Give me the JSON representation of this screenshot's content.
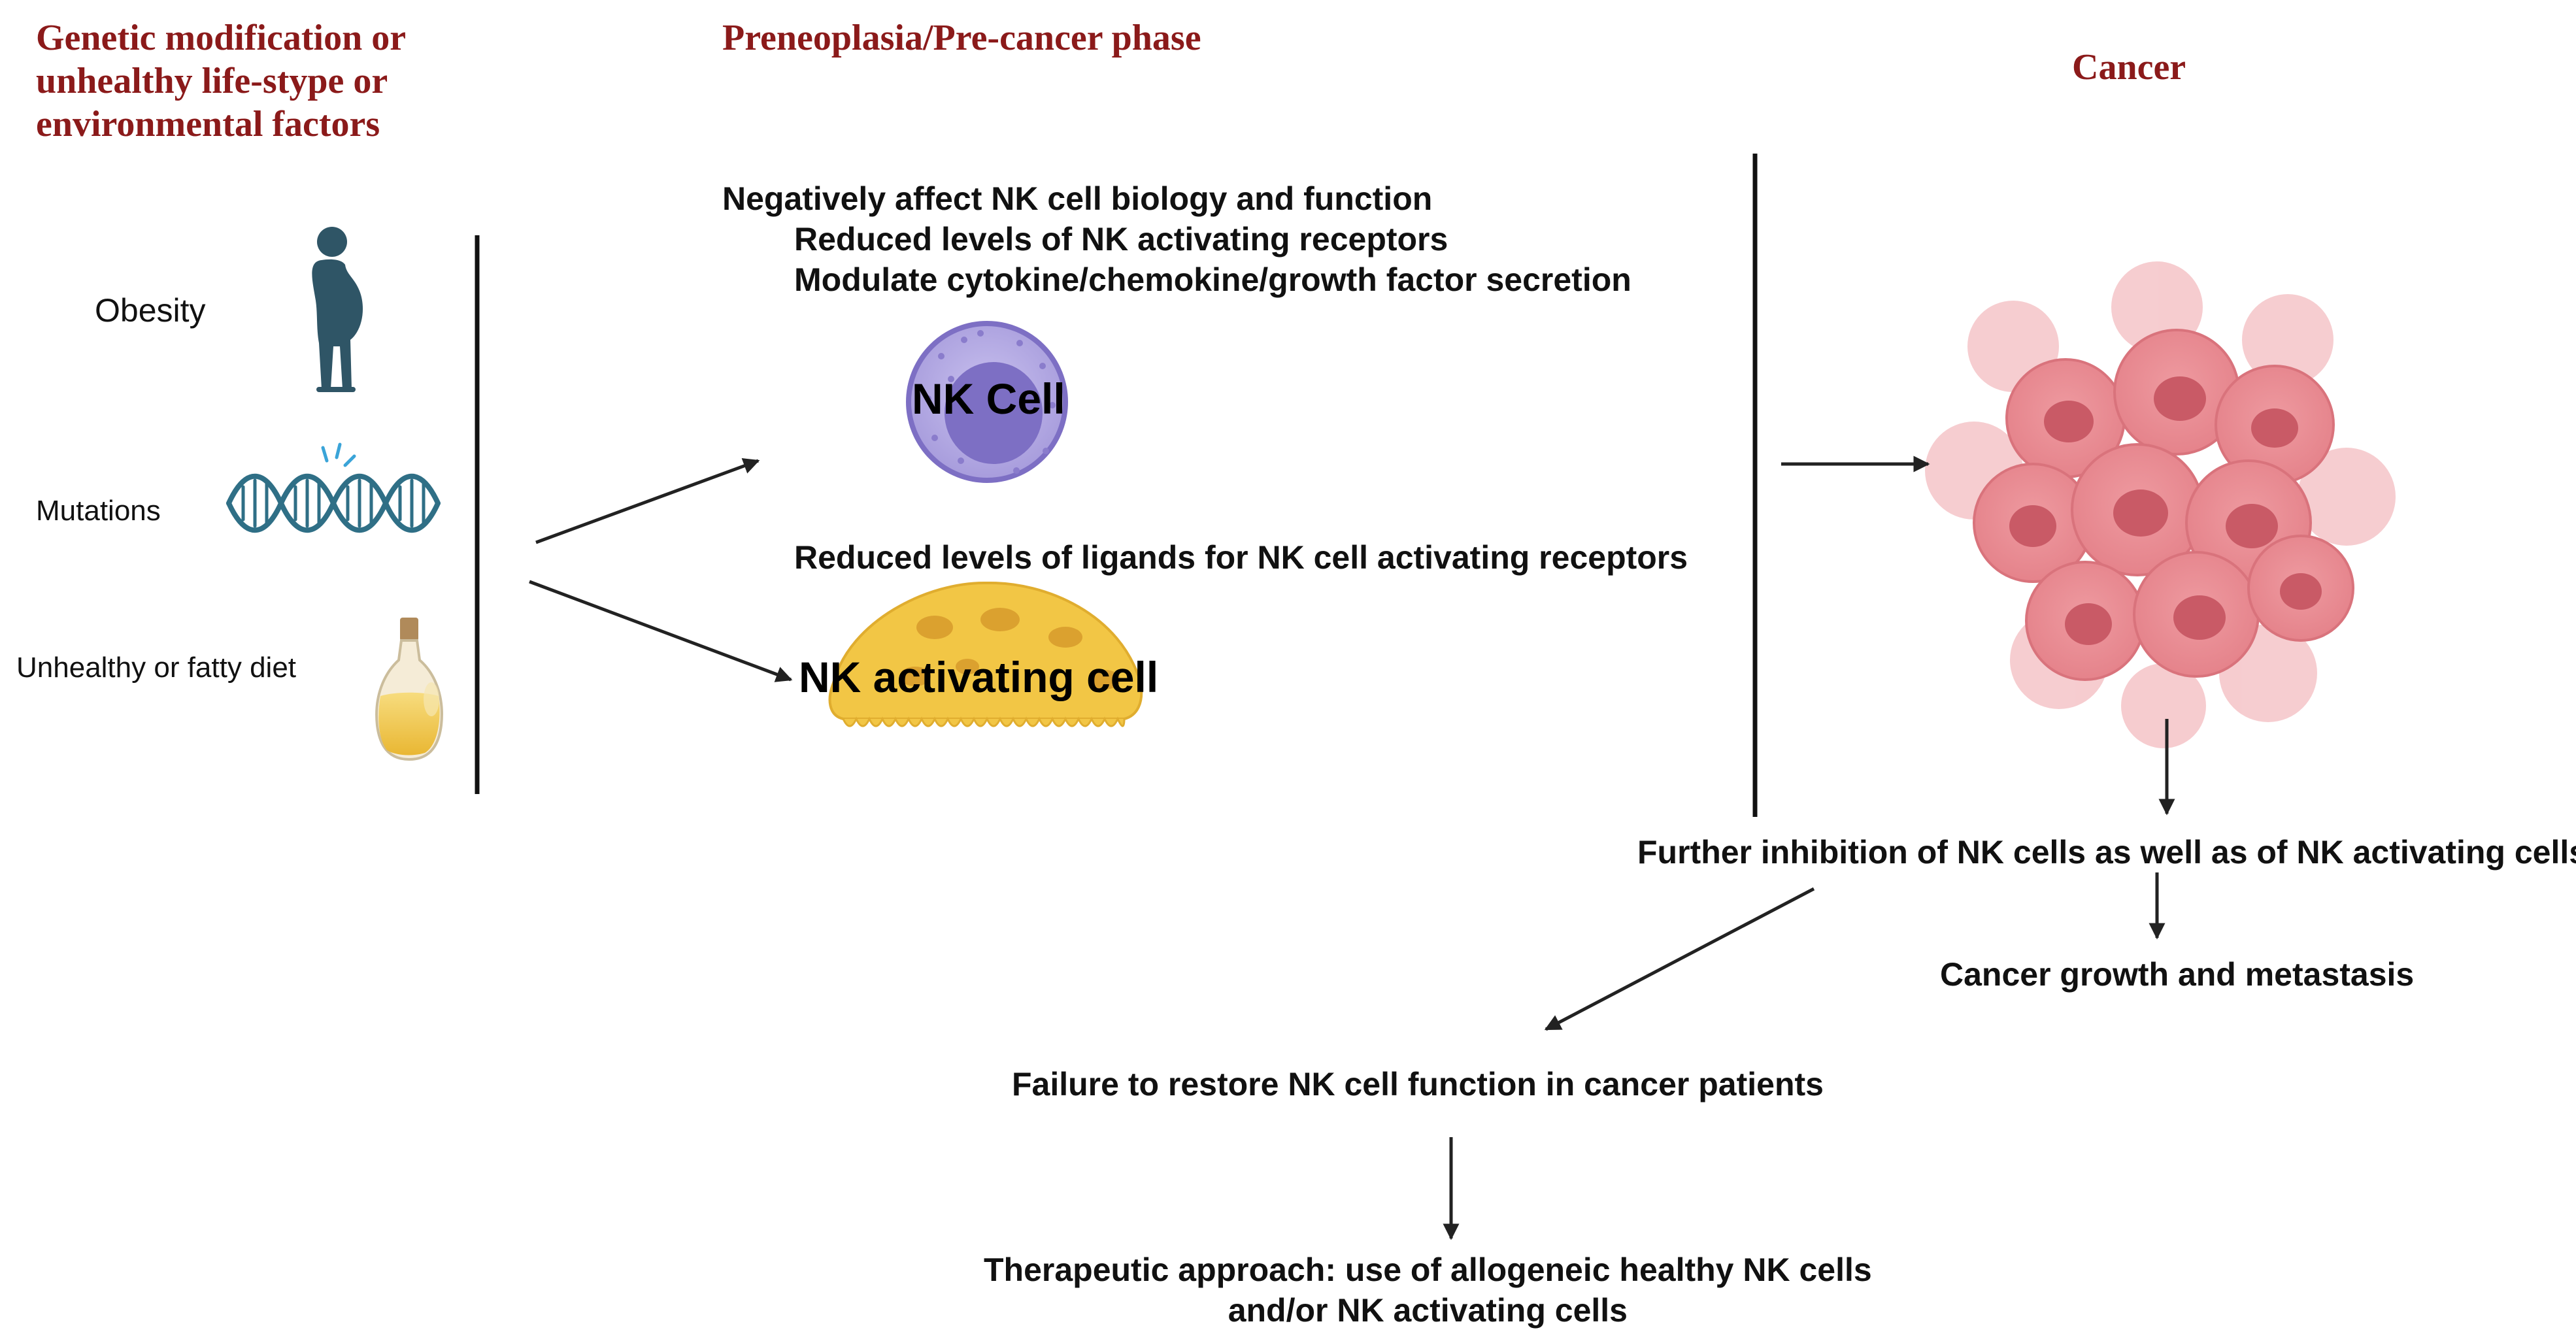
{
  "colors": {
    "header": "#8b1a1a",
    "text": "#111111",
    "nk_cell_outer": "#9f94d6",
    "nk_cell_nucleus": "#7d6fc4",
    "activating_cell": "#f2c645",
    "activating_nuclei": "#dba12f",
    "tumor": "#e88a90",
    "tumor_dark": "#c95a66",
    "dna": "#2f6f86",
    "person": "#2f5566",
    "oil": "#f0c64a"
  },
  "headers": {
    "risk_factors": [
      "Genetic modification or",
      "unhealthy life-stype or",
      "environmental factors"
    ],
    "precancer": "Preneoplasia/Pre-cancer phase",
    "cancer": "Cancer"
  },
  "risk_factors": {
    "obesity": {
      "label": "Obesity",
      "icon": "obese-person-icon"
    },
    "mutations": {
      "label": "Mutations",
      "icon": "dna-icon"
    },
    "diet": {
      "label": "Unhealthy or fatty diet",
      "icon": "oil-bottle-icon"
    }
  },
  "precancer": {
    "effect_title": "Negatively affect NK cell biology and function",
    "effect_items": [
      "Reduced levels of NK activating receptors",
      "Modulate cytokine/chemokine/growth factor secretion"
    ],
    "nk_cell_label": "NK Cell",
    "ligand_text": "Reduced levels of ligands for NK cell activating receptors",
    "activating_cell_label": "NK activating cell"
  },
  "cancer": {
    "further_inhibition": "Further inhibition of NK cells as well as of NK activating cells",
    "growth": "Cancer growth and metastasis",
    "failure": "Failure to restore NK cell function in cancer patients",
    "therapy": [
      "Therapeutic approach: use of allogeneic healthy NK cells",
      "and/or NK activating cells"
    ],
    "tumor_icon": "tumor-cluster-icon"
  }
}
